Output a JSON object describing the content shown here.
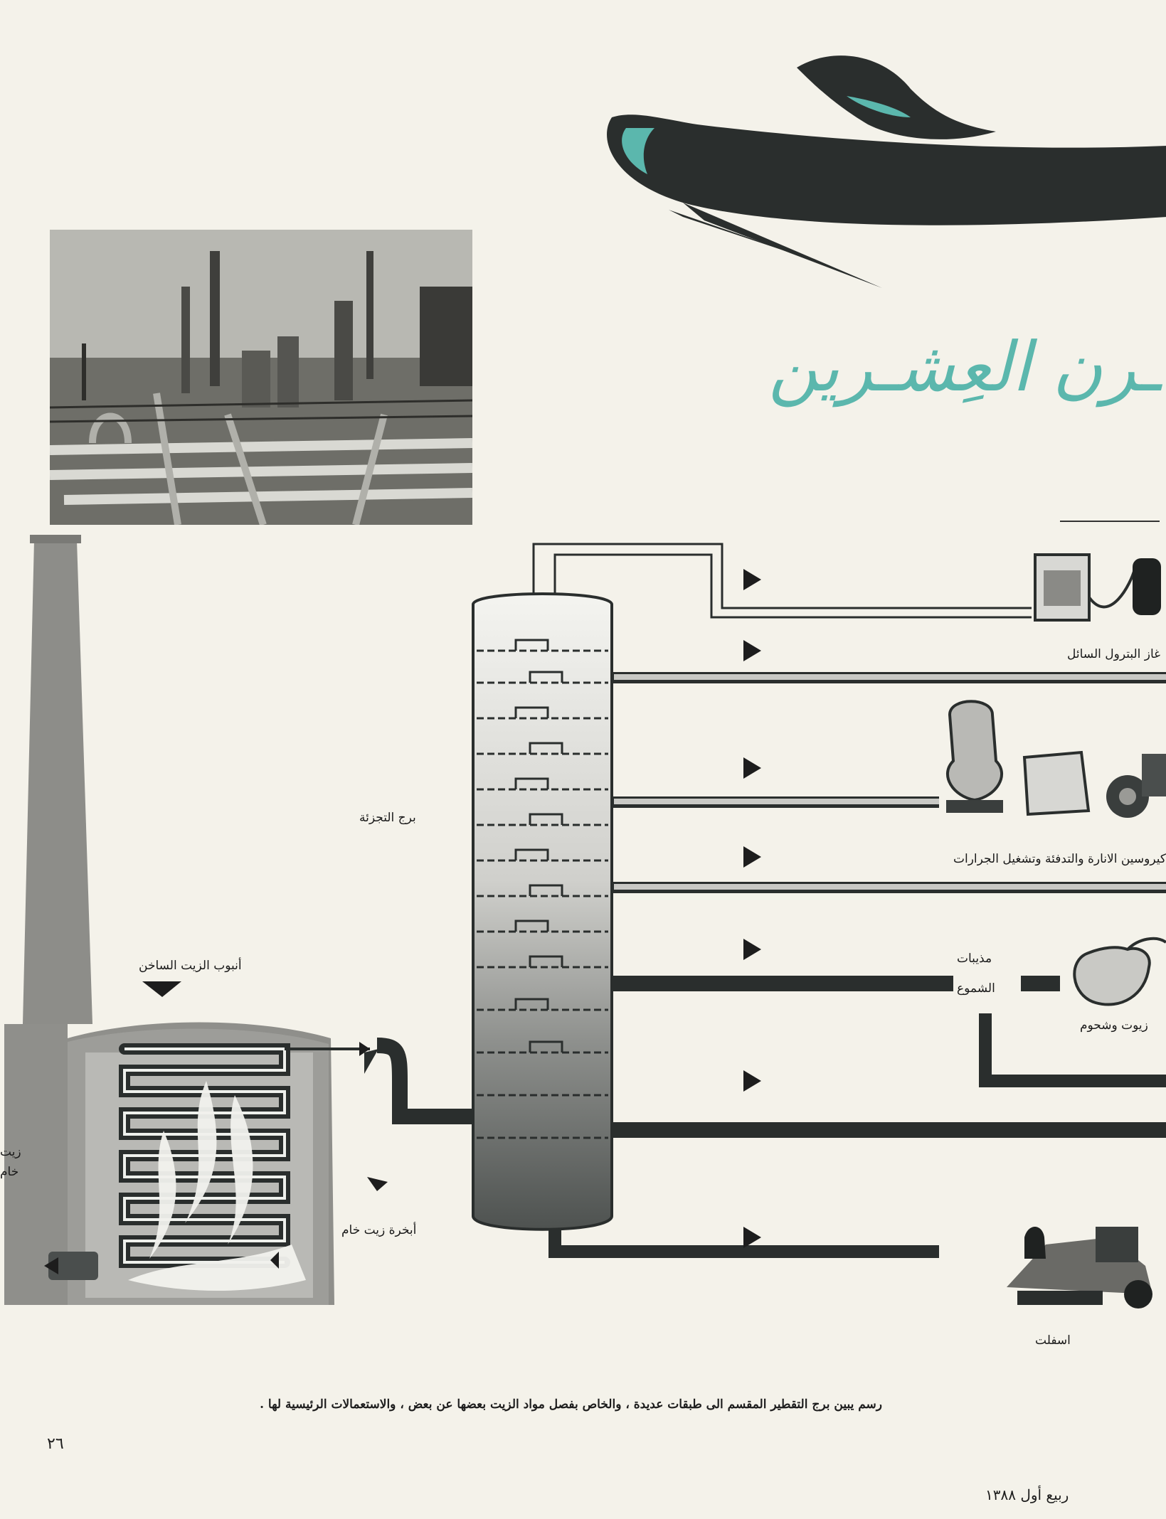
{
  "header": {
    "title_fragment": "ـرن العِشـرين"
  },
  "diagram": {
    "tower_label": "برج التجزئة",
    "hot_pipe_label": "أنبوب الزيت الساخن",
    "crude_vapour_label": "أبخرة زيت خام",
    "crude_oil_label_line1": "زيت",
    "crude_oil_label_line2": "خام",
    "lpg_label": "غاز البترول السائل",
    "kerosene_label": "كيروسين الانارة والتدفئة وتشغيل الجرارات",
    "wax_label_line1": "مذيبات",
    "wax_label_line2": "الشموع",
    "oils_label": "زيوت وشحوم",
    "asphalt_label": "اسفلت"
  },
  "footer": {
    "caption": "رسم يبين برج التقطير المقسم الى طبقات عديدة ، والخاص بفصل مواد الزيت بعضها عن بعض ، والاستعمالات الرئيسية لها .",
    "page_number": "٢٦",
    "issue_date": "ربيع أول ١٣٨٨"
  },
  "colors": {
    "accent_teal": "#5bb7ad",
    "ink_dark": "#2a2e2d",
    "paper": "#f4f2ea",
    "furnace_grey": "#9a9a96"
  }
}
